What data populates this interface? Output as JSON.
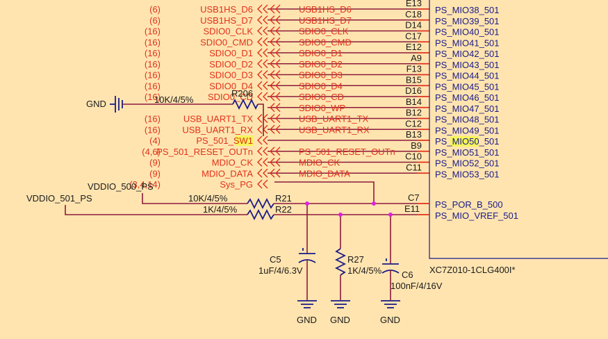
{
  "left_nets": [
    {
      "ref": "(6)",
      "name": "USB1HS_D6"
    },
    {
      "ref": "(6)",
      "name": "USB1HS_D7"
    },
    {
      "ref": "(16)",
      "name": "SDIO0_CLK"
    },
    {
      "ref": "(16)",
      "name": "SDIO0_CMD"
    },
    {
      "ref": "(16)",
      "name": "SDIO0_D1"
    },
    {
      "ref": "(16)",
      "name": "SDIO0_D2"
    },
    {
      "ref": "(16)",
      "name": "SDIO0_D3"
    },
    {
      "ref": "(16)",
      "name": "SDIO0_D4"
    },
    {
      "ref": "(16)",
      "name": "SDIO0_CD"
    },
    {
      "ref": "",
      "name": ""
    },
    {
      "ref": "(16)",
      "name": "USB_UART1_TX"
    },
    {
      "ref": "(16)",
      "name": "USB_UART1_RX"
    },
    {
      "ref": "(4)",
      "name": "PS_501_SW1"
    },
    {
      "ref": "(4,6)",
      "name": "PS_501_RESET_OUTn"
    },
    {
      "ref": "(9)",
      "name": "MDIO_CK"
    },
    {
      "ref": "(9)",
      "name": "MDIO_DATA"
    },
    {
      "ref": "(3,4,14)",
      "name": "Sys_PG"
    }
  ],
  "right_nets": [
    "USB1HS_D6",
    "USB1HS_D7",
    "SDIO0_CLK",
    "SDIO0_CMD",
    "SDIO0_D1",
    "SDIO0_D2",
    "SDIO0_D3",
    "SDIO0_D4",
    "SDIO0_CD",
    "SDIO0_WP",
    "USB_UART1_TX",
    "USB_UART1_RX",
    "",
    "PS_501_RESET_OUTn",
    "MDIO_CK",
    "MDIO_DATA"
  ],
  "balls": [
    "E13",
    "C18",
    "D14",
    "C17",
    "E12",
    "A9",
    "F13",
    "B15",
    "D16",
    "B14",
    "B12",
    "C12",
    "B13",
    "B9",
    "C10",
    "C11"
  ],
  "pins": [
    "PS_MIO38_501",
    "PS_MIO39_501",
    "PS_MIO40_501",
    "PS_MIO41_501",
    "PS_MIO42_501",
    "PS_MIO43_501",
    "PS_MIO44_501",
    "PS_MIO45_501",
    "PS_MIO46_501",
    "PS_MIO47_501",
    "PS_MIO48_501",
    "PS_MIO49_501",
    "PS_MIO50_501",
    "PS_MIO51_501",
    "PS_MIO52_501",
    "PS_MIO53_501"
  ],
  "highlight": {
    "net": "PS_501_SW1",
    "pin": "PS_MIO50_501"
  },
  "gnd_label": "GND",
  "r206": {
    "ref": "R206",
    "value": "10K/4/5%"
  },
  "power": {
    "vddio_500": "VDDIO_500_PS",
    "vddio_501": "VDDIO_501_PS"
  },
  "r21": {
    "ref": "R21",
    "value": "10K/4/5%"
  },
  "r22": {
    "ref": "R22",
    "value": "1K/4/5%"
  },
  "por": {
    "ball": "C7",
    "pin": "PS_POR_B_500"
  },
  "vref": {
    "ball": "E11",
    "pin": "PS_MIO_VREF_501"
  },
  "c5": {
    "ref": "C5",
    "value": "1uF/4/6.3V"
  },
  "r27": {
    "ref": "R27",
    "value": "1K/4/5%"
  },
  "c6": {
    "ref": "C6",
    "value": "100nF/4/16V"
  },
  "chip": {
    "part": "XC7Z010-1CLG400I*"
  },
  "colors": {
    "background": "#FFE4B0",
    "net_label": "#E0311A",
    "wire": "#8B1A3A",
    "part": "#1a1a88",
    "junction": "#E020E0",
    "highlight": "#F5F55A"
  }
}
